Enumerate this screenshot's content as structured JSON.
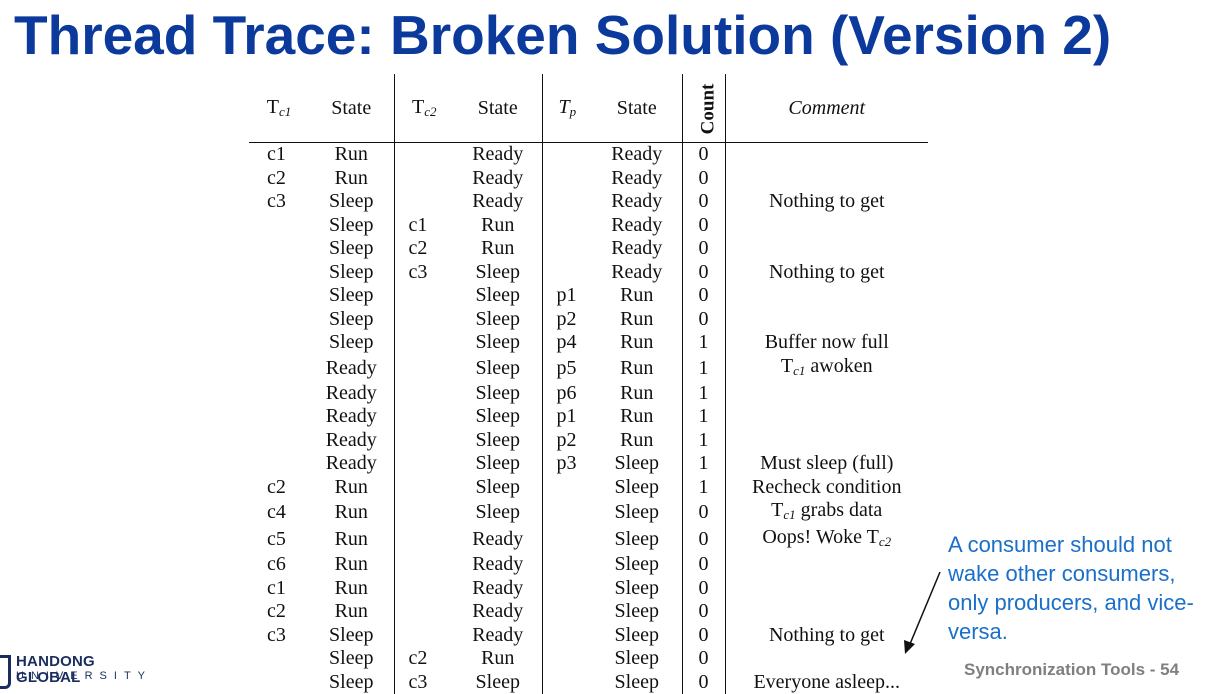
{
  "title": "Thread Trace: Broken Solution (Version 2)",
  "table": {
    "headers": {
      "tc1": {
        "base": "T",
        "sub": "c1"
      },
      "state1": "State",
      "tc2": {
        "base": "T",
        "sub": "c2"
      },
      "state2": "State",
      "tp": {
        "base": "T",
        "sub": "p"
      },
      "state3": "State",
      "count": "Count",
      "comment": "Comment"
    },
    "rows": [
      [
        "c1",
        "Run",
        "",
        "Ready",
        "",
        "Ready",
        "0",
        ""
      ],
      [
        "c2",
        "Run",
        "",
        "Ready",
        "",
        "Ready",
        "0",
        ""
      ],
      [
        "c3",
        "Sleep",
        "",
        "Ready",
        "",
        "Ready",
        "0",
        "Nothing to get"
      ],
      [
        "",
        "Sleep",
        "c1",
        "Run",
        "",
        "Ready",
        "0",
        ""
      ],
      [
        "",
        "Sleep",
        "c2",
        "Run",
        "",
        "Ready",
        "0",
        ""
      ],
      [
        "",
        "Sleep",
        "c3",
        "Sleep",
        "",
        "Ready",
        "0",
        "Nothing to get"
      ],
      [
        "",
        "Sleep",
        "",
        "Sleep",
        "p1",
        "Run",
        "0",
        ""
      ],
      [
        "",
        "Sleep",
        "",
        "Sleep",
        "p2",
        "Run",
        "0",
        ""
      ],
      [
        "",
        "Sleep",
        "",
        "Sleep",
        "p4",
        "Run",
        "1",
        "Buffer now full"
      ],
      [
        "",
        "Ready",
        "",
        "Sleep",
        "p5",
        "Run",
        "1",
        "Tc1 awoken"
      ],
      [
        "",
        "Ready",
        "",
        "Sleep",
        "p6",
        "Run",
        "1",
        ""
      ],
      [
        "",
        "Ready",
        "",
        "Sleep",
        "p1",
        "Run",
        "1",
        ""
      ],
      [
        "",
        "Ready",
        "",
        "Sleep",
        "p2",
        "Run",
        "1",
        ""
      ],
      [
        "",
        "Ready",
        "",
        "Sleep",
        "p3",
        "Sleep",
        "1",
        "Must sleep (full)"
      ],
      [
        "c2",
        "Run",
        "",
        "Sleep",
        "",
        "Sleep",
        "1",
        "Recheck condition"
      ],
      [
        "c4",
        "Run",
        "",
        "Sleep",
        "",
        "Sleep",
        "0",
        "Tc1 grabs data"
      ],
      [
        "c5",
        "Run",
        "",
        "Ready",
        "",
        "Sleep",
        "0",
        "Oops! Woke Tc2"
      ],
      [
        "c6",
        "Run",
        "",
        "Ready",
        "",
        "Sleep",
        "0",
        ""
      ],
      [
        "c1",
        "Run",
        "",
        "Ready",
        "",
        "Sleep",
        "0",
        ""
      ],
      [
        "c2",
        "Run",
        "",
        "Ready",
        "",
        "Sleep",
        "0",
        ""
      ],
      [
        "c3",
        "Sleep",
        "",
        "Ready",
        "",
        "Sleep",
        "0",
        "Nothing to get"
      ],
      [
        "",
        "Sleep",
        "c2",
        "Run",
        "",
        "Sleep",
        "0",
        ""
      ],
      [
        "",
        "Sleep",
        "c3",
        "Sleep",
        "",
        "Sleep",
        "0",
        "Everyone asleep..."
      ]
    ]
  },
  "note": "A consumer should not wake other consumers, only producers, and vice-versa.",
  "logo": {
    "line1": "HANDONG GLOBAL",
    "line2": "UNIVERSITY"
  },
  "footer": "Synchronization Tools - 54"
}
